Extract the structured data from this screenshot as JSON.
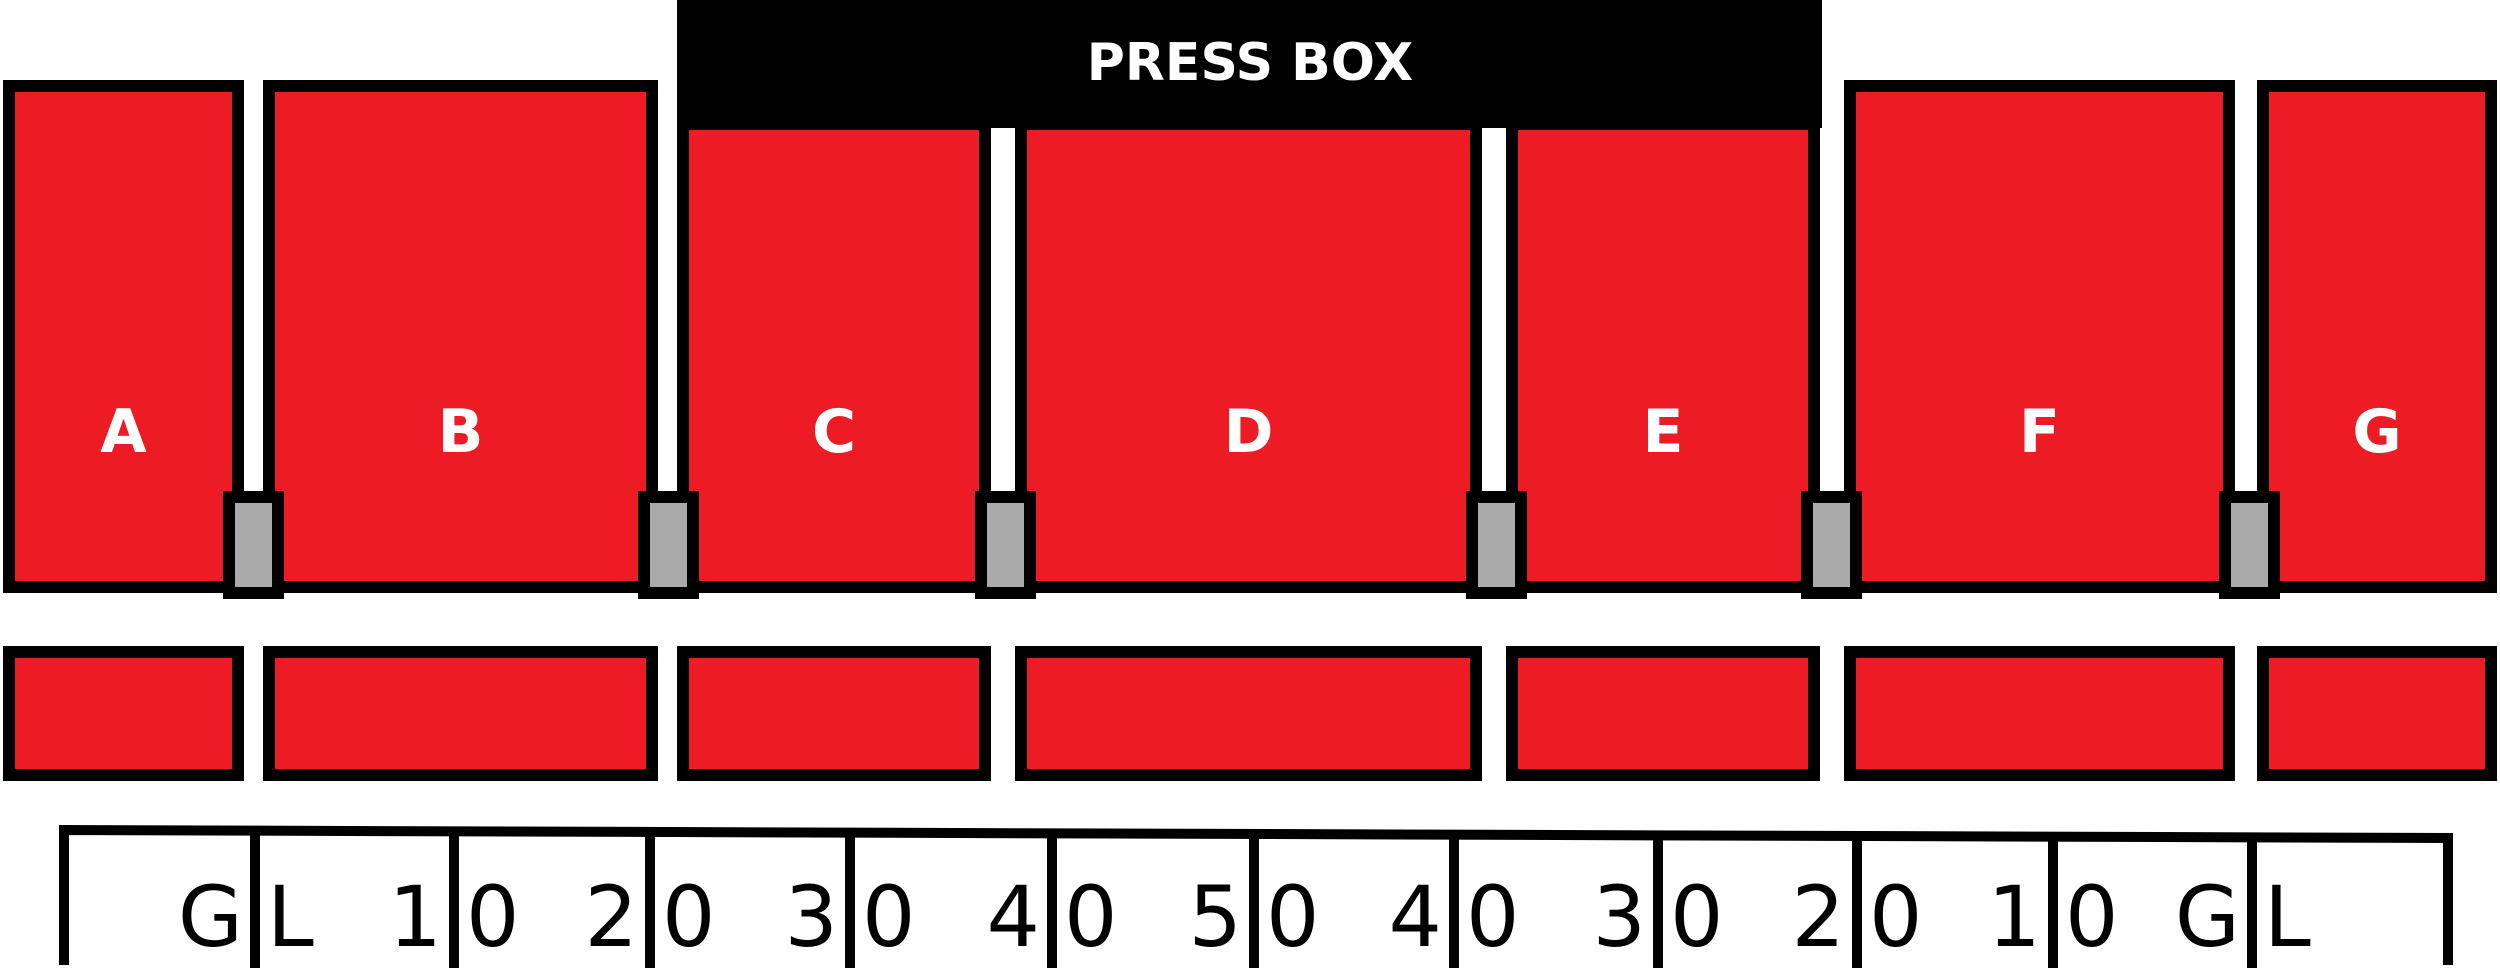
{
  "press_box": {
    "label": "PRESS BOX"
  },
  "colors": {
    "section": "#ED1C24",
    "outline": "#000000",
    "aisle": "#AAAAAA",
    "press_box": "#000000",
    "label": "#FFFFFF"
  },
  "sections": [
    {
      "label": "A"
    },
    {
      "label": "B"
    },
    {
      "label": "C"
    },
    {
      "label": "D"
    },
    {
      "label": "E"
    },
    {
      "label": "F"
    },
    {
      "label": "G"
    }
  ],
  "yard_lines": [
    {
      "left": "G",
      "right": "L"
    },
    {
      "left": "1",
      "right": "0"
    },
    {
      "left": "2",
      "right": "0"
    },
    {
      "left": "3",
      "right": "0"
    },
    {
      "left": "4",
      "right": "0"
    },
    {
      "left": "5",
      "right": "0"
    },
    {
      "left": "4",
      "right": "0"
    },
    {
      "left": "3",
      "right": "0"
    },
    {
      "left": "2",
      "right": "0"
    },
    {
      "left": "1",
      "right": "0"
    },
    {
      "left": "G",
      "right": "L"
    }
  ]
}
